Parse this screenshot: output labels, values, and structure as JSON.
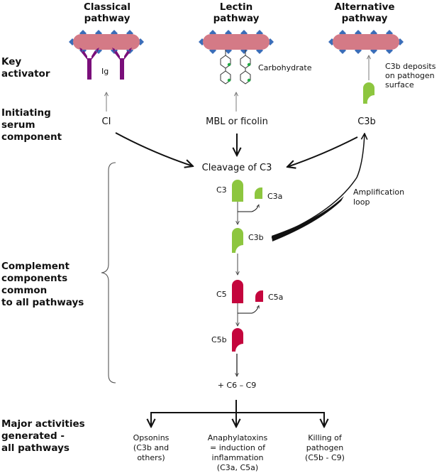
{
  "title": "Complement activation pathways",
  "colors": {
    "pathogen": "#d47a86",
    "pathogen_marker": "#3b6db8",
    "antibody": "#7a0f7a",
    "c3": "#8dc63f",
    "c5": "#c4053d",
    "sugar_dot": "#22aa44",
    "arrow": "#111111",
    "arrow_light": "#9a9a9a"
  },
  "pathways": [
    {
      "title_line1": "Classical",
      "title_line2": "pathway",
      "activator_label": "Ig",
      "serum_component": "CI"
    },
    {
      "title_line1": "Lectin",
      "title_line2": "pathway",
      "activator_label": "Carbohydrate",
      "serum_component": "MBL or ficolin"
    },
    {
      "title_line1": "Alternative",
      "title_line2": "pathway",
      "activator_label_lines": [
        "C3b deposits",
        "on pathogen",
        "surface"
      ],
      "serum_component": "C3b"
    }
  ],
  "row_labels": {
    "key_activator": [
      "Key",
      "activator"
    ],
    "initiating": [
      "Initiating",
      "serum",
      "component"
    ],
    "common": [
      "Complement",
      "components",
      "common",
      "to all pathways"
    ],
    "activities": [
      "Major activities",
      "generated -",
      "all pathways"
    ]
  },
  "cascade": {
    "cleavage": "Cleavage of C3",
    "c3": "C3",
    "c3a": "C3a",
    "c3b": "C3b",
    "amplification": [
      "Amplification",
      "loop"
    ],
    "c5": "C5",
    "c5a": "C5a",
    "c5b": "C5b",
    "terminal": "+ C6 – C9"
  },
  "activities": [
    {
      "lines": [
        "Opsonins",
        "(C3b and",
        "others)"
      ]
    },
    {
      "lines": [
        "Anaphylatoxins",
        "= induction of",
        "inflammation",
        "(C3a, C5a)"
      ]
    },
    {
      "lines": [
        "Killing of",
        "pathogen",
        "(C5b - C9)"
      ]
    }
  ]
}
